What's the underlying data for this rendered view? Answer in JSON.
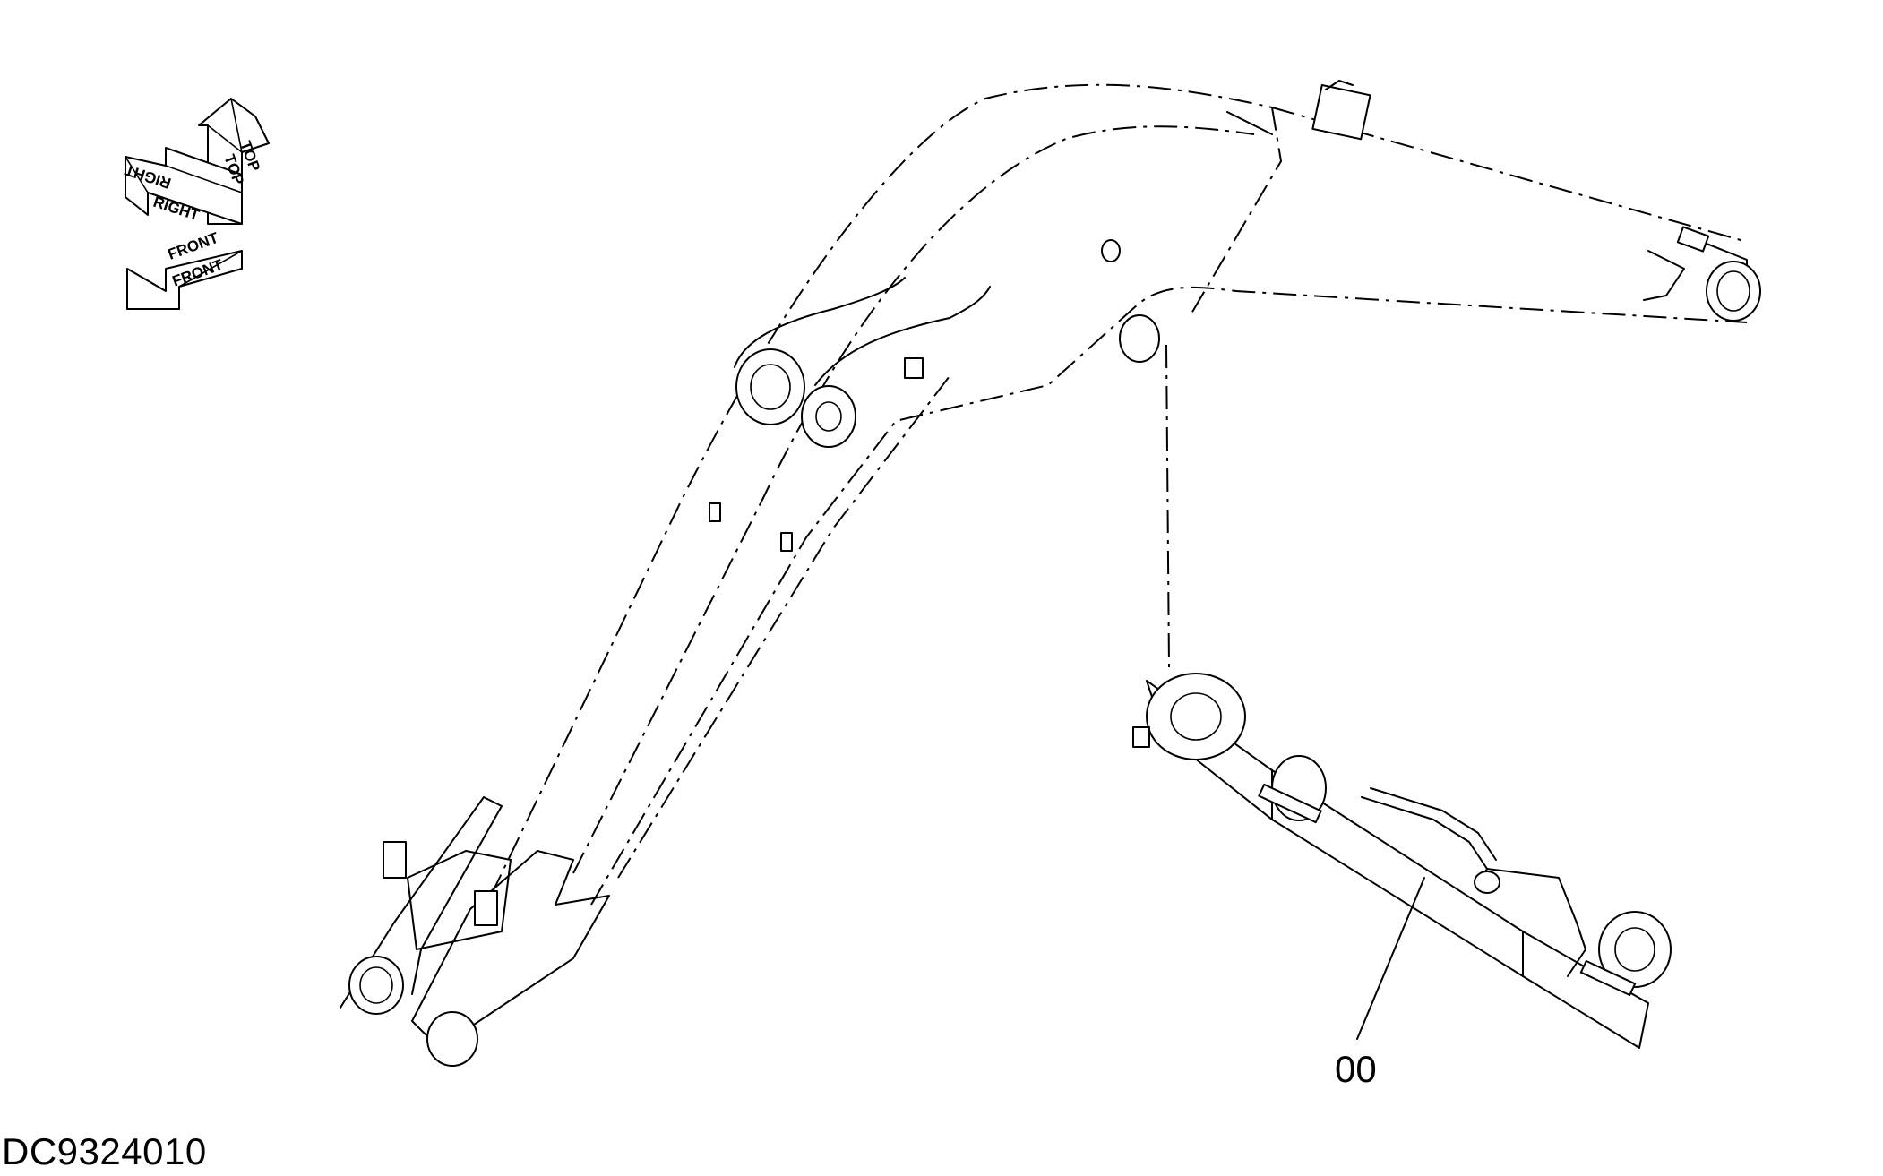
{
  "orientation_compass": {
    "top_label": "TOP",
    "right_label": "RIGHT",
    "front_label": "FRONT"
  },
  "callouts": [
    {
      "label": "00",
      "part": "hydraulic-cylinder"
    }
  ],
  "drawing_number": "DC9324010"
}
